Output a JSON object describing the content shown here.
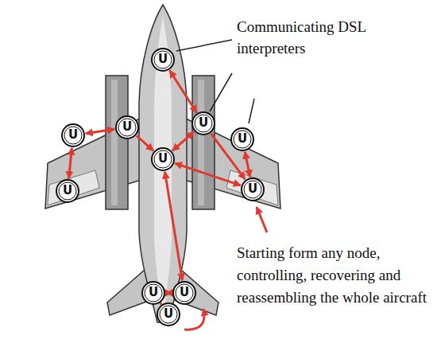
{
  "diagram": {
    "nodes": [
      {
        "text": [
          "U"
        ]
      },
      {
        "text": [
          "U"
        ]
      },
      {
        "text": [
          "U"
        ]
      },
      {
        "text": [
          "U"
        ]
      },
      {
        "text": [
          "U"
        ]
      },
      {
        "text": [
          "U"
        ]
      },
      {
        "text": [
          "U"
        ]
      },
      {
        "text": [
          "U"
        ]
      },
      {
        "text": [
          "U"
        ]
      },
      {
        "text": [
          "U"
        ]
      },
      {
        "text": [
          "U"
        ]
      }
    ],
    "edges": [
      {
        "from": 0,
        "to": 3,
        "arrow": "both"
      },
      {
        "from": 1,
        "to": 2,
        "arrow": "both"
      },
      {
        "from": 1,
        "to": 6,
        "arrow": "both"
      },
      {
        "from": 2,
        "to": 5,
        "arrow": "to"
      },
      {
        "from": 3,
        "to": 5,
        "arrow": "both"
      },
      {
        "from": 3,
        "to": 7,
        "arrow": "to"
      },
      {
        "from": 4,
        "to": 7,
        "arrow": "both"
      },
      {
        "from": 5,
        "to": 7,
        "arrow": "both"
      },
      {
        "from": 5,
        "to": 9,
        "arrow": "both"
      },
      {
        "from": 8,
        "to": 9,
        "arrow": "both"
      },
      {
        "from": 8,
        "to": 10,
        "arrow": "both"
      }
    ],
    "labels": [
      "Communicating DSL interpreters",
      "Starting form any node, controlling, recovering and reassembling the whole aircraft"
    ]
  }
}
